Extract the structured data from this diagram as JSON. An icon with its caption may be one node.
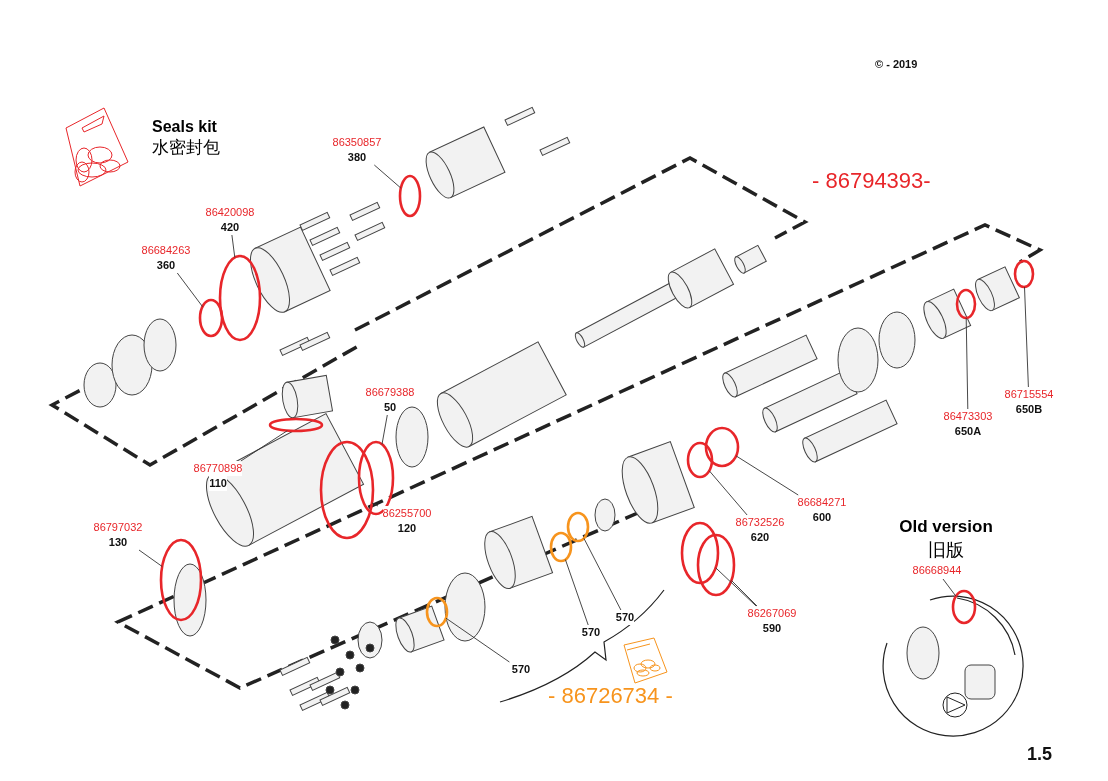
{
  "diagram": {
    "nodes": [
      {
        "text": [
          "Seals kit",
          "水密封包"
        ]
      },
      {
        "text": [
          "86350857",
          "380"
        ]
      },
      {
        "text": [],
        "shape": "circle"
      },
      {
        "text": [
          "86420098",
          "420"
        ]
      },
      {
        "text": [],
        "shape": "circle"
      },
      {
        "text": [
          "86684263",
          "360"
        ]
      },
      {
        "text": [],
        "shape": "circle"
      },
      {
        "text": [
          "86679388",
          "50"
        ]
      },
      {
        "text": [],
        "shape": "circle"
      },
      {
        "text": [
          "86770898",
          "110"
        ]
      },
      {
        "text": [],
        "shape": "circle"
      },
      {
        "text": [
          "86255700",
          "120"
        ]
      },
      {
        "text": [],
        "shape": "circle"
      },
      {
        "text": [
          "86797032",
          "130"
        ]
      },
      {
        "text": [],
        "shape": "circle"
      },
      {
        "text": [
          "86684271",
          "600"
        ]
      },
      {
        "text": [],
        "shape": "circle"
      },
      {
        "text": [
          "86732526",
          "620"
        ]
      },
      {
        "text": [],
        "shape": "circle"
      },
      {
        "text": [
          "86267069",
          "590"
        ]
      },
      {
        "text": [],
        "shape": "circle"
      },
      {
        "text": [],
        "shape": "circle"
      },
      {
        "text": [
          "86473303",
          "650A"
        ]
      },
      {
        "text": [],
        "shape": "circle"
      },
      {
        "text": [
          "86715554",
          "650B"
        ]
      },
      {
        "text": [],
        "shape": "circle"
      },
      {
        "text": [
          "570"
        ]
      },
      {
        "text": [],
        "shape": "circle"
      },
      {
        "text": [
          "570"
        ]
      },
      {
        "text": [],
        "shape": "circle"
      },
      {
        "text": [
          "570"
        ]
      },
      {
        "text": [],
        "shape": "circle"
      },
      {
        "text": [
          "Old version",
          "旧版"
        ]
      },
      {
        "text": [
          "86668944"
        ],
        "in": 32
      },
      {
        "text": [],
        "shape": "circle",
        "in": 32
      }
    ],
    "edges": [
      {
        "from": 1,
        "to": 2,
        "arrow": "none"
      },
      {
        "from": 3,
        "to": 4,
        "arrow": "none"
      },
      {
        "from": 5,
        "to": 6,
        "arrow": "none"
      },
      {
        "from": 7,
        "to": 8,
        "arrow": "none"
      },
      {
        "from": 9,
        "to": 10,
        "arrow": "none"
      },
      {
        "from": 11,
        "to": 12,
        "arrow": "none"
      },
      {
        "from": 13,
        "to": 14,
        "arrow": "none"
      },
      {
        "from": 15,
        "to": 16,
        "arrow": "none"
      },
      {
        "from": 17,
        "to": 18,
        "arrow": "none"
      },
      {
        "from": 19,
        "to": 20,
        "arrow": "none"
      },
      {
        "from": 19,
        "to": 21,
        "arrow": "none"
      },
      {
        "from": 22,
        "to": 23,
        "arrow": "none"
      },
      {
        "from": 24,
        "to": 25,
        "arrow": "none"
      },
      {
        "from": 26,
        "to": 27,
        "arrow": "none"
      },
      {
        "from": 28,
        "to": 29,
        "arrow": "none"
      },
      {
        "from": 30,
        "to": 31,
        "arrow": "none"
      },
      {
        "from": 33,
        "to": 34,
        "arrow": "none"
      }
    ],
    "labels": [
      "© - 2019",
      "- 86794393-",
      "- 86726734 -",
      "1.5"
    ]
  }
}
